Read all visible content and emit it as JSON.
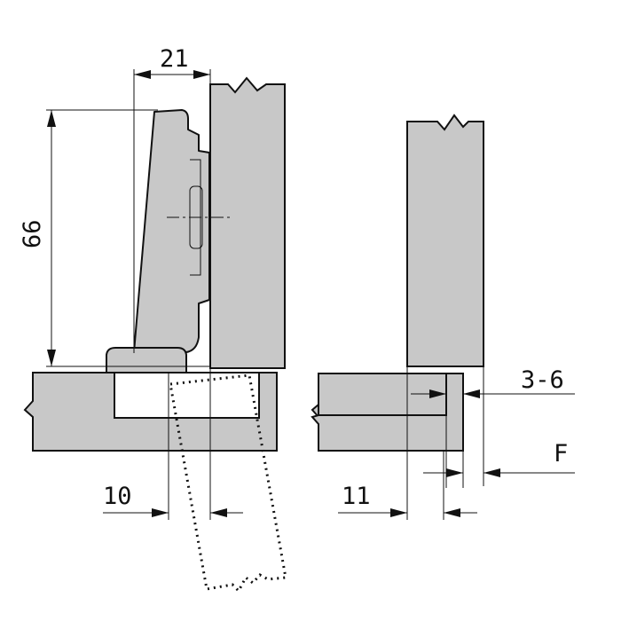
{
  "dimensions": {
    "width_top": "21",
    "height_left": "66",
    "overlay_gap": "3-6",
    "fuge": "F",
    "bottom_left": "10",
    "bottom_right": "11"
  },
  "colors": {
    "panel_fill": "#c8c8c8",
    "line": "#111111",
    "background": "#ffffff"
  }
}
